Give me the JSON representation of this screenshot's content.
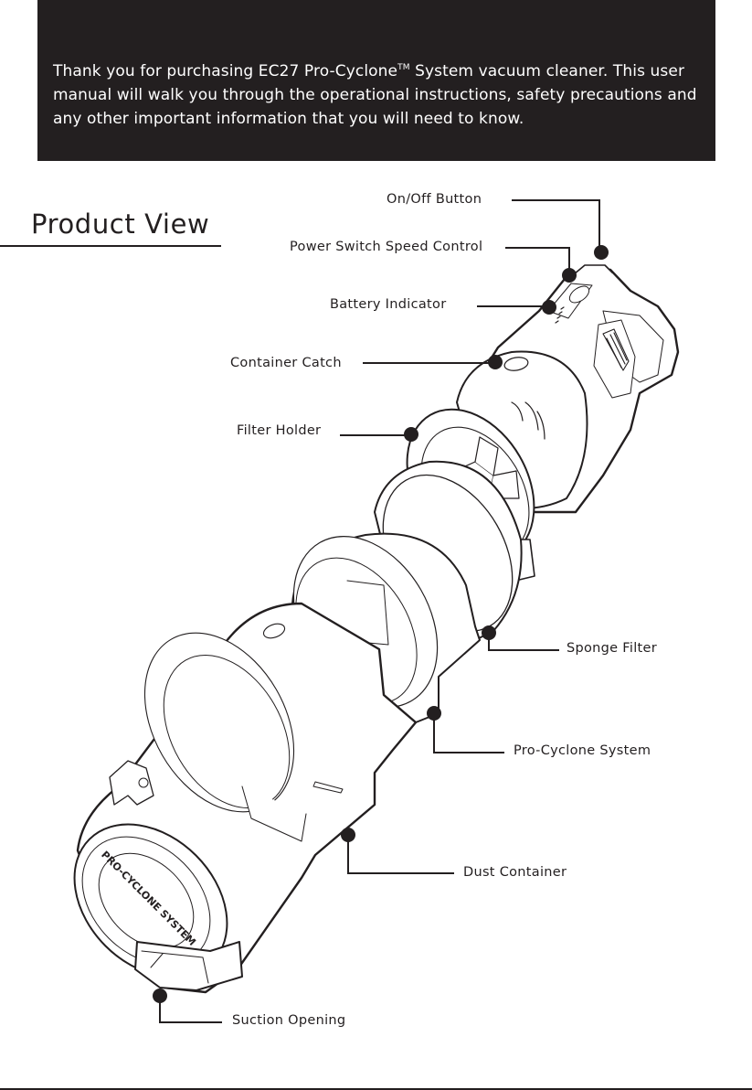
{
  "intro": {
    "text_before_tm": "Thank you for purchasing EC27 Pro-Cyclone",
    "tm": "TM",
    "text_after_tm": " System vacuum cleaner. This user manual will walk you through the operational instructions, safety precautions and any other important information that you will need to know."
  },
  "section": {
    "title": "Product View"
  },
  "product": {
    "cap_text": "PRO-CYCLONE SYSTEM"
  },
  "callouts": [
    {
      "id": "on-off-button",
      "label": "On/Off Button"
    },
    {
      "id": "power-switch-speed-control",
      "label": "Power Switch Speed Control"
    },
    {
      "id": "battery-indicator",
      "label": "Battery Indicator"
    },
    {
      "id": "container-catch",
      "label": "Container Catch"
    },
    {
      "id": "filter-holder",
      "label": "Filter Holder"
    },
    {
      "id": "sponge-filter",
      "label": "Sponge Filter"
    },
    {
      "id": "pro-cyclone-system",
      "label": "Pro-Cyclone System"
    },
    {
      "id": "dust-container",
      "label": "Dust Container"
    },
    {
      "id": "suction-opening",
      "label": "Suction Opening"
    }
  ],
  "colors": {
    "ink": "#231f20",
    "background": "#ffffff"
  }
}
